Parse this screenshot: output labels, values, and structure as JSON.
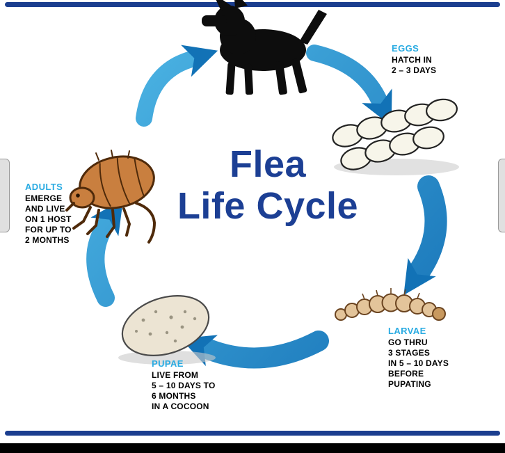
{
  "diagram": {
    "title": {
      "line1": "Flea",
      "line2": "Life Cycle"
    },
    "stages": [
      {
        "id": "eggs",
        "name": "EGGS",
        "lines": [
          "HATCH IN",
          "2 – 3 DAYS"
        ]
      },
      {
        "id": "larvae",
        "name": "LARVAE",
        "lines": [
          "GO THRU",
          "3 STAGES",
          "IN 5 – 10 DAYS",
          "BEFORE",
          "PUPATING"
        ]
      },
      {
        "id": "pupae",
        "name": "PUPAE",
        "lines": [
          "LIVE FROM",
          "5 – 10 DAYS TO",
          "6 MONTHS",
          "IN A COCOON"
        ]
      },
      {
        "id": "adults",
        "name": "ADULTS",
        "lines": [
          "EMERGE",
          "AND LIVE",
          "ON 1 HOST",
          "FOR UP TO",
          "2 MONTHS"
        ]
      }
    ],
    "colors": {
      "stage_label_blue": "#29abe2",
      "title_blue": "#1c3f94",
      "arrow_light_blue": "#5bc6f0",
      "arrow_dark_blue": "#0a64ad",
      "frame_navy": "#1b3e8f",
      "bottom_bar_black": "#000000"
    },
    "icons": {
      "host": "dog-silhouette-icon",
      "adults": "flea-icon",
      "eggs": "eggs-cluster-icon",
      "larvae": "larva-icon",
      "pupae": "pupa-cocoon-icon",
      "arrows": "cycle-arrow-icon"
    }
  }
}
